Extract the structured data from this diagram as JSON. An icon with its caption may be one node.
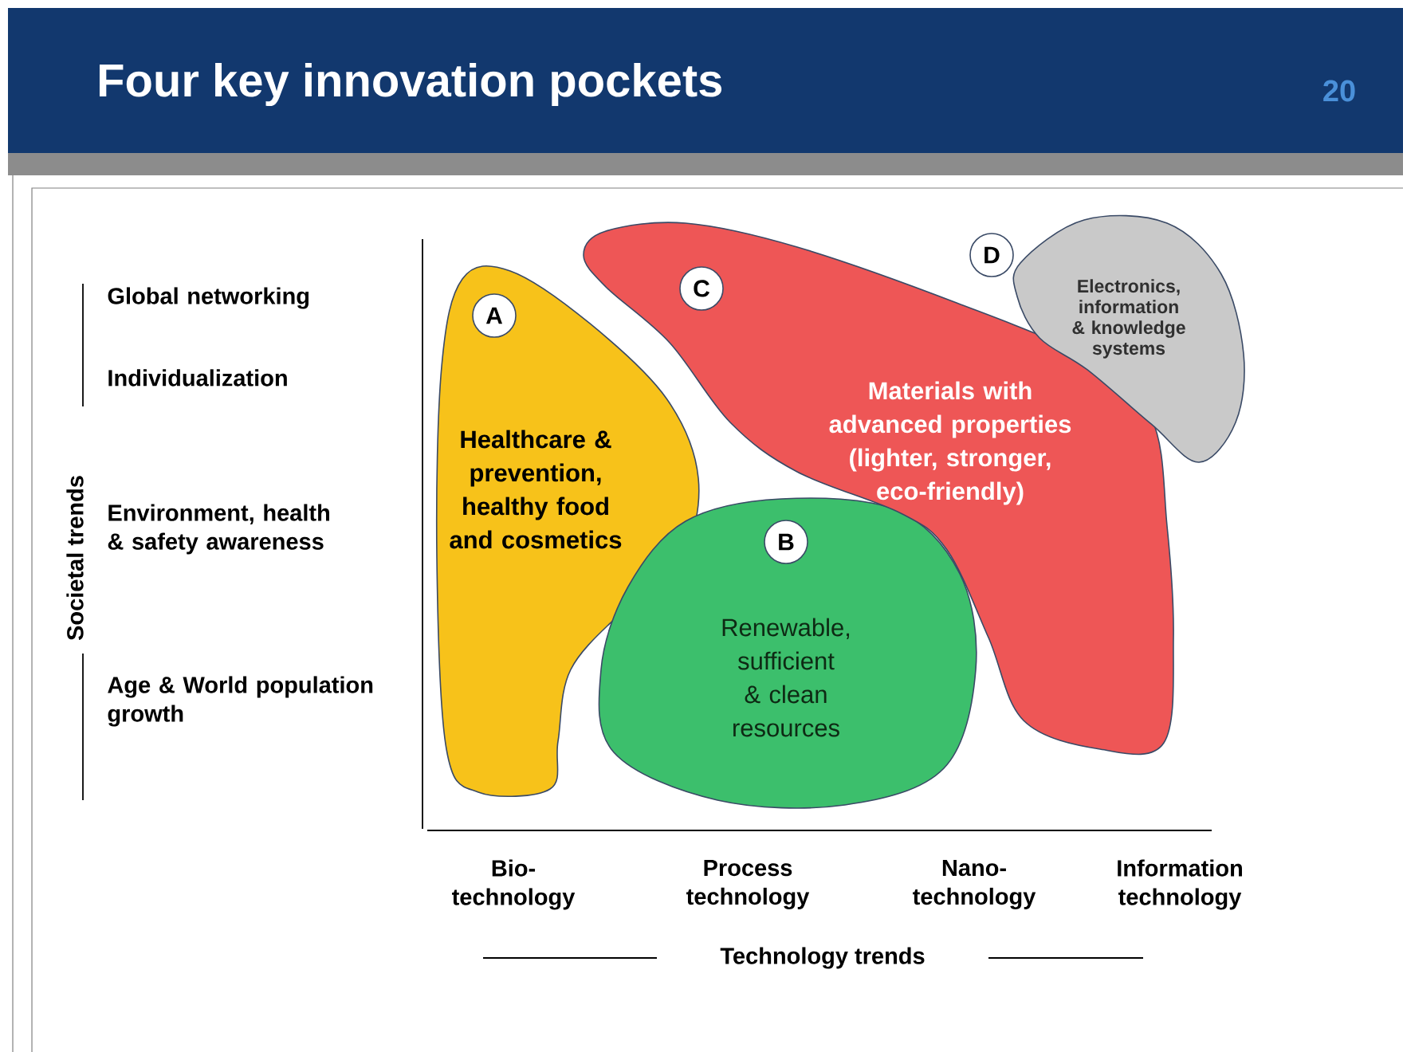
{
  "diagram": {
    "title": "Four key innovation pockets",
    "nodes": [
      {
        "text": [
          "Healthcare & prevention, healthy food and cosmetics"
        ]
      },
      {
        "text": [
          "A"
        ],
        "in": 0
      },
      {
        "text": [
          "Renewable, sufficient & clean resources"
        ]
      },
      {
        "text": [
          "B"
        ],
        "in": 2
      },
      {
        "text": [
          "Materials with advanced properties (lighter, stronger, eco-friendly)"
        ]
      },
      {
        "text": [
          "C"
        ],
        "in": 4
      },
      {
        "text": [
          "Electronics, information & knowledge systems"
        ]
      },
      {
        "text": [
          "D"
        ]
      }
    ],
    "labels": [
      "20",
      "Global networking",
      "Individualization",
      "Environment, health & safety awareness",
      "Age & World population growth",
      "Societal trends",
      "Bio- technology",
      "Process technology",
      "Nano- technology",
      "Information technology",
      "Technology trends"
    ]
  }
}
